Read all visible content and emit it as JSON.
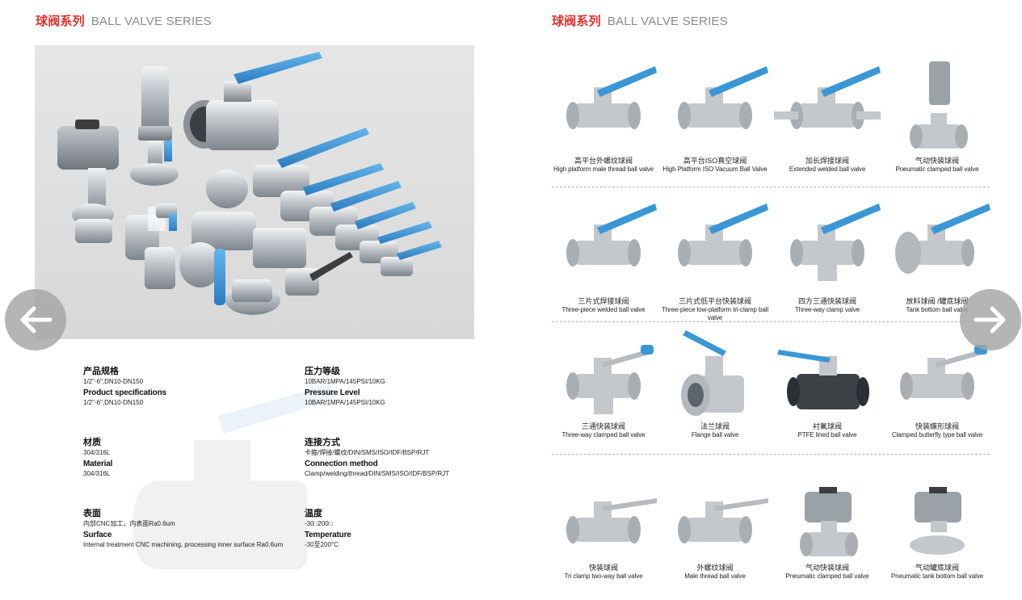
{
  "series_title": {
    "cn": "球阀系列",
    "en": "BALL VALVE SERIES"
  },
  "specs": [
    {
      "h_cn": "产品规格",
      "val_cn": "1/2\"-6\",DN10-DN150",
      "h_en": "Product specifications",
      "val_en": "1/2\"-6\",DN10-DN150"
    },
    {
      "h_cn": "压力等级",
      "val_cn": "10BAR/1MPA/145PSI/10KG",
      "h_en": "Pressure Level",
      "val_en": "10BAR/1MPA/145PSI/10KG"
    },
    {
      "h_cn": "材质",
      "val_cn": "304/316L",
      "h_en": "Material",
      "val_en": "304/316L"
    },
    {
      "h_cn": "连接方式",
      "val_cn": "卡箍/焊接/螺纹/DIN/SMS/ISO/IDF/BSP/RJT",
      "h_en": "Connection method",
      "val_en": "Clamp/welding/thread/DIN/SMS/ISO/IDF/BSP/RJT"
    },
    {
      "h_cn": "表面",
      "val_cn": "内部CNC加工，内表面Ra0.6um",
      "h_en": "Surface",
      "val_en": "Internal treatment CNC machining, processing inner surface Ra0.6um"
    },
    {
      "h_cn": "温度",
      "val_cn": "-30□200□",
      "h_en": "Temperature",
      "val_en": "-30至200°C"
    }
  ],
  "products": [
    {
      "cn": "高平台外螺纹球阀",
      "en": "High platform male thread ball valve"
    },
    {
      "cn": "高平台ISO真空球阀",
      "en": "High Platform ISO Vacuum Ball Valve"
    },
    {
      "cn": "加长焊接球阀",
      "en": "Extended welded ball valve"
    },
    {
      "cn": "气动快装球阀",
      "en": "Pneumatic clamped ball valve"
    },
    {
      "cn": "三片式焊接球阀",
      "en": "Three-piece welded ball valve"
    },
    {
      "cn": "三片式低平台快装球阀",
      "en": "Three-piece low-platform tri-clamp ball valve"
    },
    {
      "cn": "四方三通快装球阀",
      "en": "Three-way clamp valve"
    },
    {
      "cn": "放料球阀 /罐底球阀",
      "en": "Tank bottom ball valve"
    },
    {
      "cn": "三通快装球阀",
      "en": "Three-way clamped ball valve"
    },
    {
      "cn": "法兰球阀",
      "en": "Flange ball valve"
    },
    {
      "cn": "衬氟球阀",
      "en": "PTFE lined ball valve"
    },
    {
      "cn": "快装蝶形球阀",
      "en": "Clamped butterfly type ball valve"
    },
    {
      "cn": "快装球阀",
      "en": "Tri clamp two-way ball valve"
    },
    {
      "cn": "外螺纹球阀",
      "en": "Male thread ball valve"
    },
    {
      "cn": "气动快装球阀",
      "en": "Pneumatic clamped ball valve"
    },
    {
      "cn": "气动罐底球阀",
      "en": "Pneumatic tank bottom ball valve"
    }
  ],
  "colors": {
    "accent_red": "#e2312f",
    "handle_blue": "#3a97d6",
    "steel": "#c4c8cc",
    "actuator": "#9aa1a7"
  },
  "icons": {
    "prev": "arrow-left-icon",
    "next": "arrow-right-icon"
  }
}
